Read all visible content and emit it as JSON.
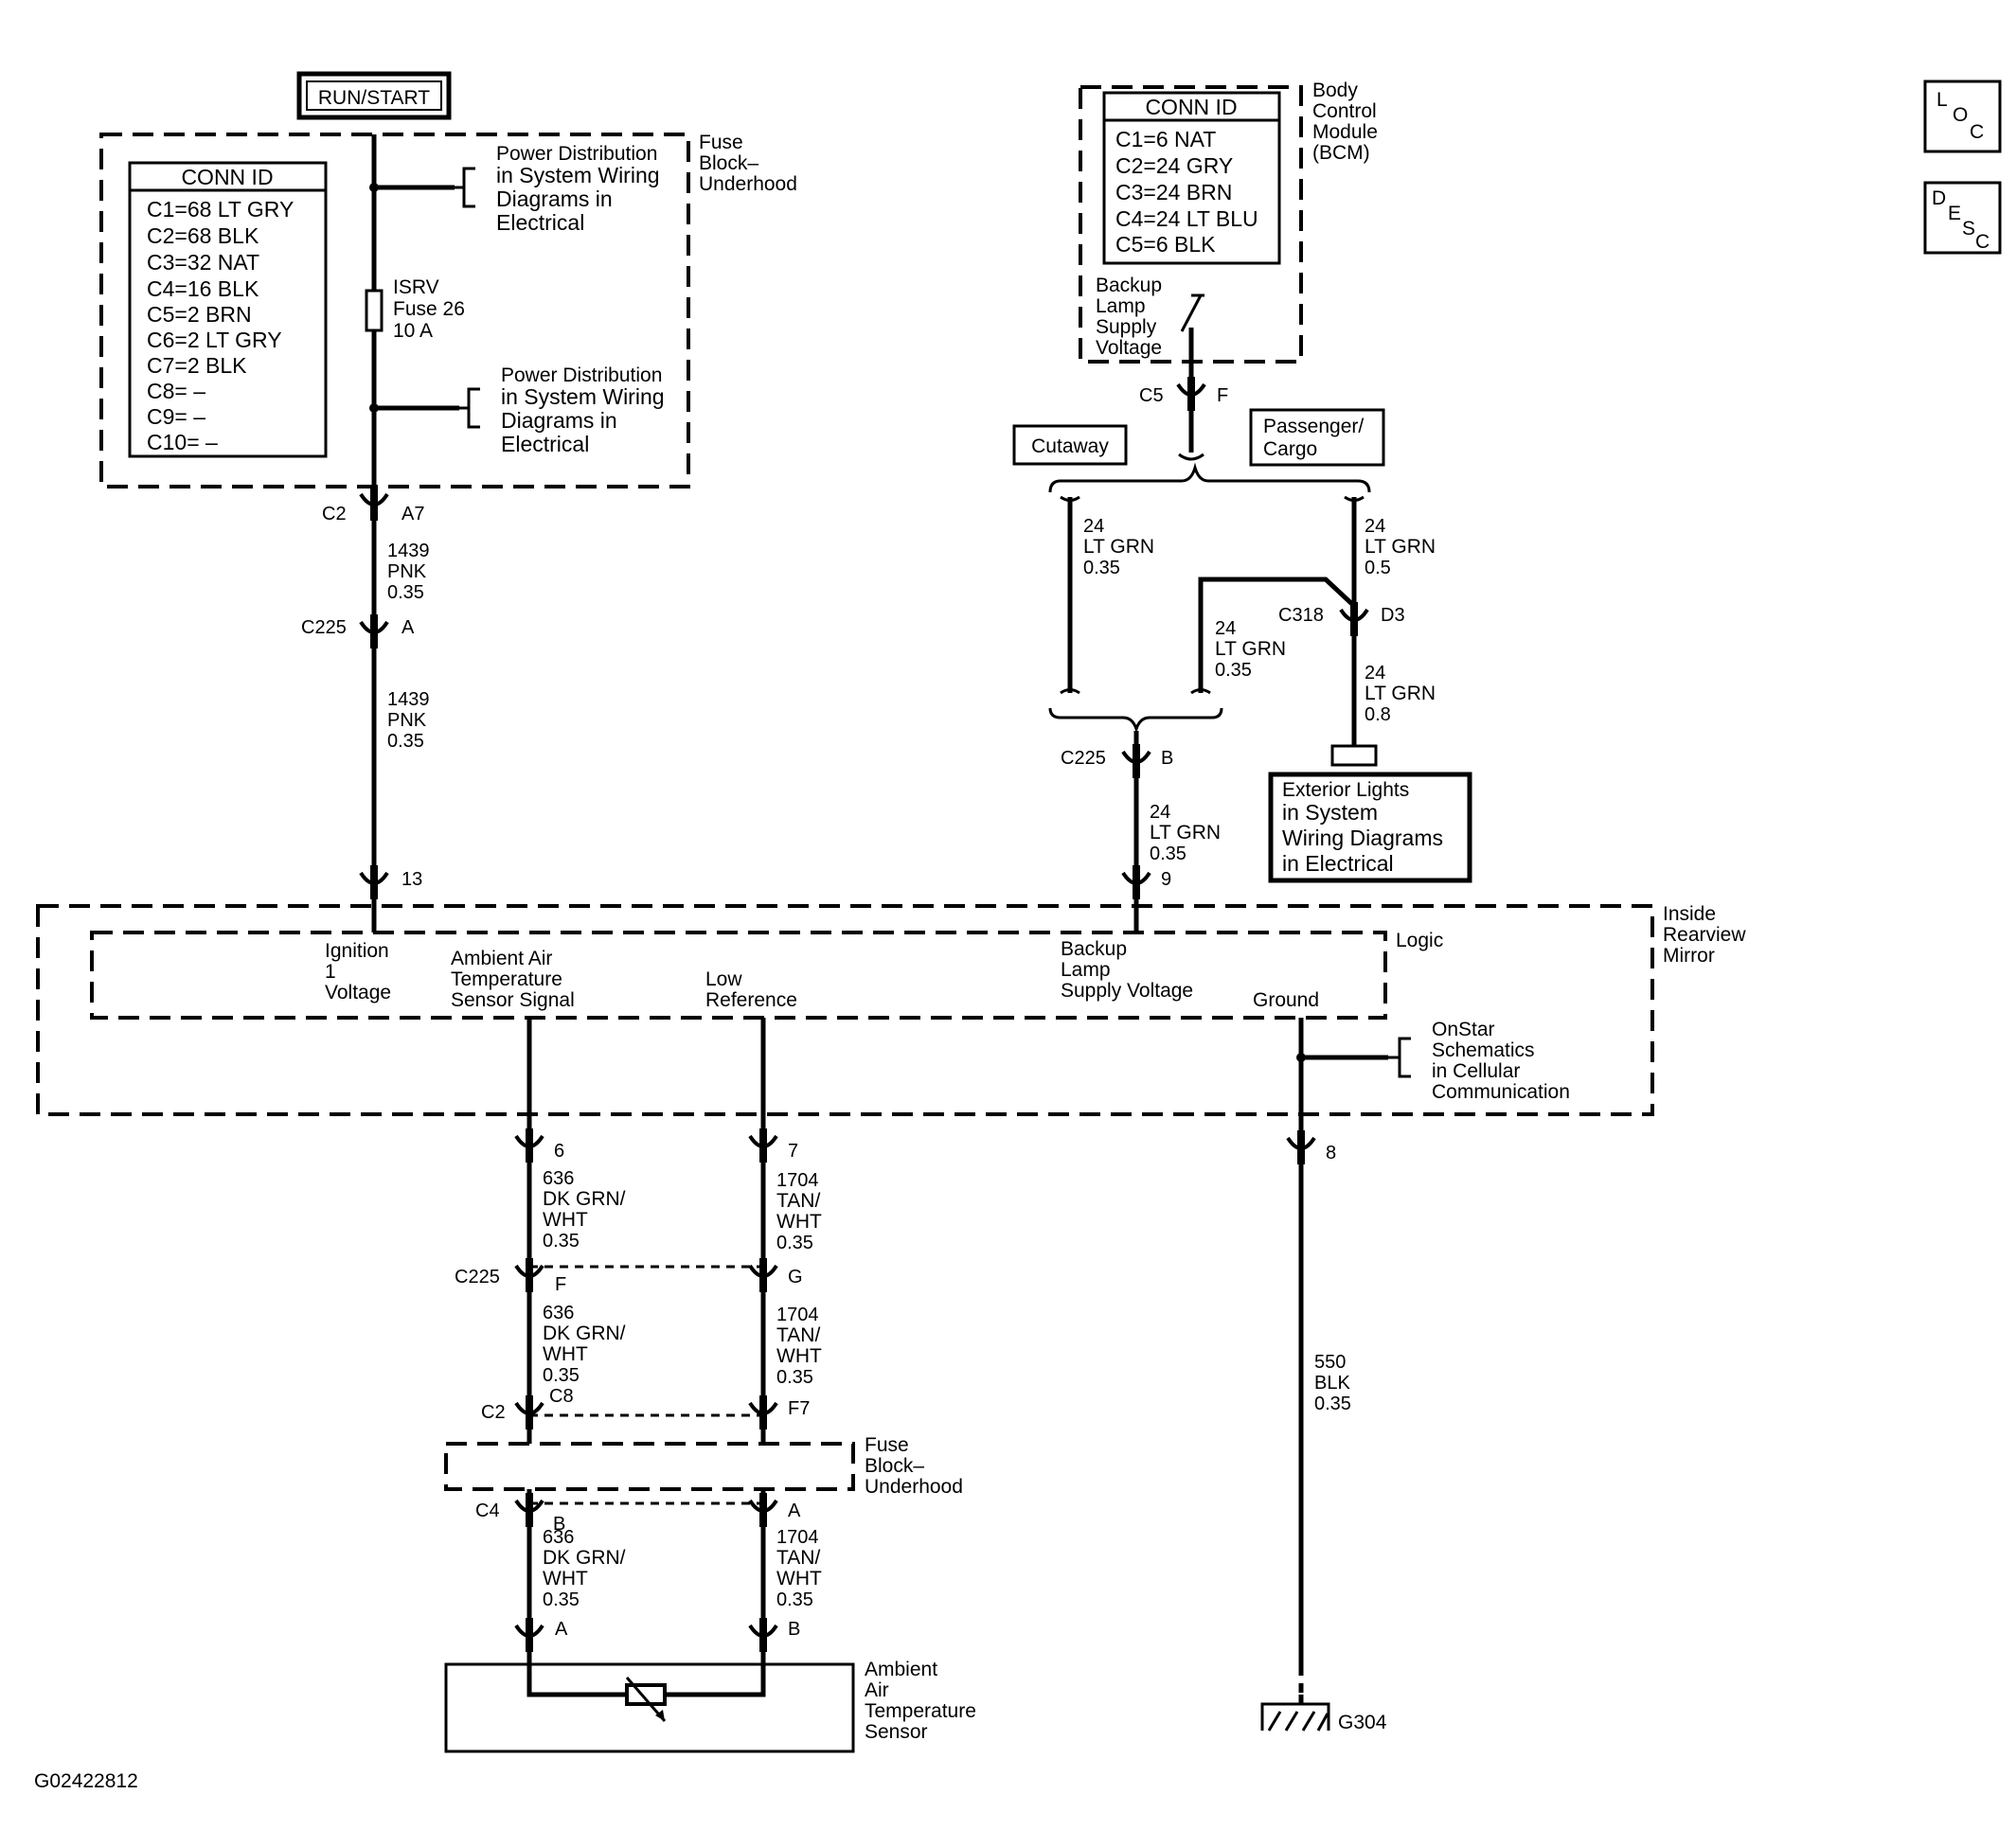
{
  "run_start": "RUN/START",
  "fuse_block": {
    "title": [
      "Fuse",
      "Block–",
      "Underhood"
    ],
    "conn_id": {
      "header": "CONN ID",
      "lines": [
        "C1=68 LT GRY",
        "C2=68 BLK",
        "C3=32 NAT",
        "C4=16 BLK",
        "C5=2 BRN",
        "C6=2 LT GRY",
        "C7=2 BLK",
        "C8= –",
        "C9= –",
        "C10= –"
      ]
    },
    "power_dist_1": [
      "Power Distribution",
      "in System Wiring",
      "Diagrams in",
      "Electrical"
    ],
    "power_dist_2": [
      "Power Distribution",
      "in System Wiring",
      "Diagrams in",
      "Electrical"
    ],
    "fuse": [
      "ISRV",
      "Fuse 26",
      "10 A"
    ]
  },
  "bcm": {
    "title": [
      "Body",
      "Control",
      "Module",
      "(BCM)"
    ],
    "conn_id": {
      "header": "CONN ID",
      "lines": [
        "C1=6 NAT",
        "C2=24 GRY",
        "C3=24 BRN",
        "C4=24 LT BLU",
        "C5=6 BLK"
      ]
    },
    "backup": [
      "Backup",
      "Lamp",
      "Supply",
      "Voltage"
    ]
  },
  "loc_icon": [
    "L",
    "O",
    "C"
  ],
  "desc_icon": [
    "D",
    "E",
    "S",
    "C"
  ],
  "options": {
    "cutaway": "Cutaway",
    "passenger": [
      "Passenger/",
      "Cargo"
    ]
  },
  "connectors": {
    "c2_a7": [
      "C2",
      "A7"
    ],
    "c225_a": [
      "C225",
      "A"
    ],
    "pin13": "13",
    "c5_f": [
      "C5",
      "F"
    ],
    "c318_d3": [
      "C318",
      "D3"
    ],
    "c225_b": [
      "C225",
      "B"
    ],
    "pin9": "9",
    "pin6": "6",
    "pin7": "7",
    "pin8": "8",
    "c225_f_g": [
      "C225",
      "F",
      "G"
    ],
    "c2_c8_f7": [
      "C2",
      "C8",
      "F7"
    ],
    "c4_b_a": [
      "C4",
      "B",
      "A"
    ],
    "sensor_a_b": [
      "A",
      "B"
    ]
  },
  "wires": {
    "w1439a": [
      "1439",
      "PNK",
      "0.35"
    ],
    "w1439b": [
      "1439",
      "PNK",
      "0.35"
    ],
    "cut24": [
      "24",
      "LT GRN",
      "0.35"
    ],
    "pass24": [
      "24",
      "LT GRN",
      "0.5"
    ],
    "diag24": [
      "24",
      "LT GRN",
      "0.35"
    ],
    "ext24": [
      "24",
      "LT GRN",
      "0.8"
    ],
    "mir24": [
      "24",
      "LT GRN",
      "0.35"
    ],
    "w636a": [
      "636",
      "DK GRN/",
      "WHT",
      "0.35"
    ],
    "w636b": [
      "636",
      "DK GRN/",
      "WHT",
      "0.35"
    ],
    "w636c": [
      "636",
      "DK GRN/",
      "WHT",
      "0.35"
    ],
    "w1704a": [
      "1704",
      "TAN/",
      "WHT",
      "0.35"
    ],
    "w1704b": [
      "1704",
      "TAN/",
      "WHT",
      "0.35"
    ],
    "w1704c": [
      "1704",
      "TAN/",
      "WHT",
      "0.35"
    ],
    "w550": [
      "550",
      "BLK",
      "0.35"
    ]
  },
  "exterior_lights": [
    "Exterior Lights",
    "in System",
    "Wiring Diagrams",
    "in Electrical"
  ],
  "mirror": {
    "title": [
      "Inside",
      "Rearview",
      "Mirror"
    ],
    "logic": "Logic",
    "ignition": [
      "Ignition",
      "1",
      "Voltage"
    ],
    "ambient_signal": [
      "Ambient Air",
      "Temperature",
      "Sensor Signal"
    ],
    "low_ref": [
      "Low",
      "Reference"
    ],
    "backup": [
      "Backup",
      "Lamp",
      "Supply Voltage"
    ],
    "ground": "Ground",
    "onstar": [
      "OnStar",
      "Schematics",
      "in Cellular",
      "Communication"
    ]
  },
  "fuse_block_2": [
    "Fuse",
    "Block–",
    "Underhood"
  ],
  "sensor": [
    "Ambient",
    "Air",
    "Temperature",
    "Sensor"
  ],
  "ground_id": "G304",
  "figure_id": "G02422812"
}
